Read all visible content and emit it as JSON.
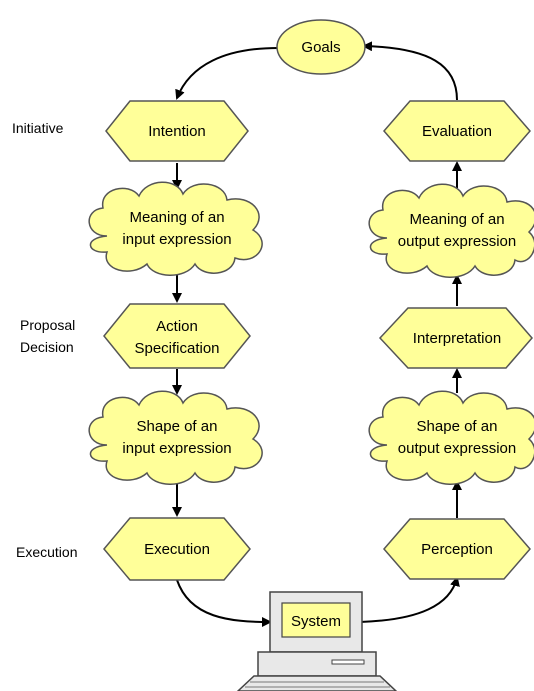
{
  "colors": {
    "fill": "#ffff99",
    "stroke": "#555555",
    "arrow": "#000000",
    "computer_body": "#e8e8e8",
    "computer_stroke": "#444444"
  },
  "side_labels": {
    "initiative": "Initiative",
    "proposal": "Proposal",
    "decision": "Decision",
    "execution": "Execution"
  },
  "nodes": {
    "goals": "Goals",
    "intention": "Intention",
    "meaning_input_1": "Meaning of an",
    "meaning_input_2": "input expression",
    "action_spec_1": "Action",
    "action_spec_2": "Specification",
    "shape_input_1": "Shape of an",
    "shape_input_2": "input expression",
    "execution": "Execution",
    "evaluation": "Evaluation",
    "meaning_output_1": "Meaning of an",
    "meaning_output_2": "output expression",
    "interpretation": "Interpretation",
    "shape_output_1": "Shape of an",
    "shape_output_2": "output expression",
    "perception": "Perception",
    "system": "System"
  },
  "icons": {
    "computer": "computer-icon"
  }
}
